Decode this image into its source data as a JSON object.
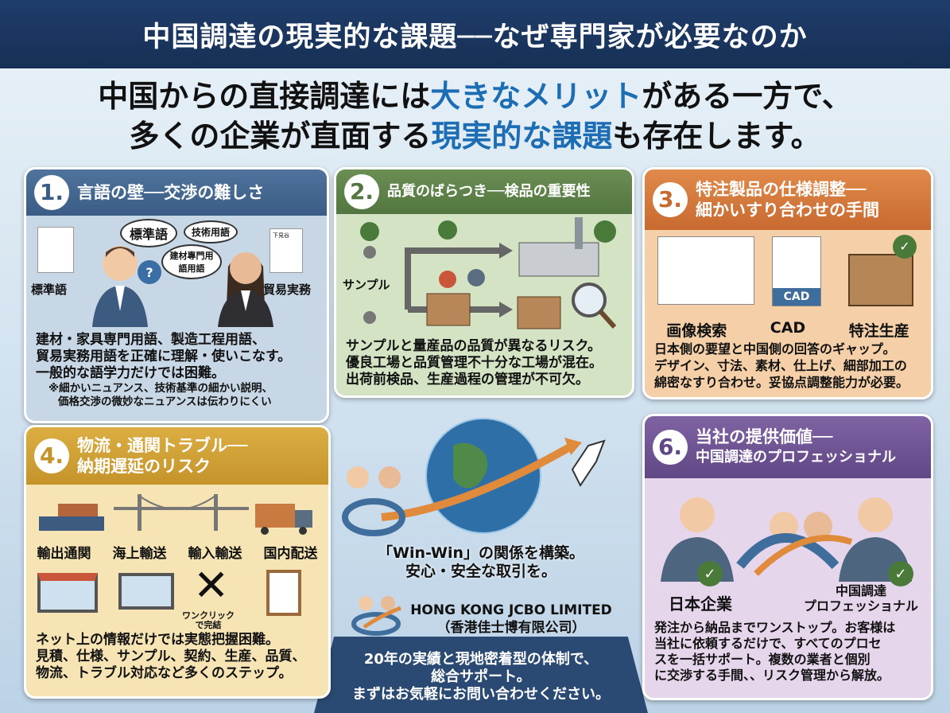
{
  "header": {
    "title": "中国調達の現実的な課題──なぜ専門家が必要なのか"
  },
  "headline": {
    "line1_a": "中国からの直接調達には",
    "line1_hl": "大きなメリット",
    "line1_b": "がある一方で、",
    "line2_a": "多くの企業が直面する",
    "line2_hl": "現実的な課題",
    "line2_b": "も存在します。"
  },
  "panels": {
    "p1": {
      "num": "1.",
      "title": "言語の壁──交渉の難しさ",
      "bubbles": [
        "標準語",
        "技術用語",
        "建材專門用語用語"
      ],
      "left_label": "標準語",
      "right_label": "貿易実務",
      "doc_label": "下見谷",
      "body": [
        "建材・家具専門用語、製造工程用語、",
        "貿易実務用語を正確に理解・使いこなす。",
        "一般的な語学力だけでは困難。"
      ],
      "note": [
        "※細かいニュアンス、技術基準の細かい説明、",
        "価格交渉の微妙なニュアンスは伝わりにくい"
      ]
    },
    "p2": {
      "num": "2.",
      "title": "品質のばらつき──検品の重要性",
      "sample_label": "サンプル",
      "body": [
        "サンプルと量産品の品質が異なるリスク。",
        "優良工場と品質管理不十分な工場が混在。",
        "出荷前検品、生産過程の管理が不可欠。"
      ]
    },
    "p3": {
      "num": "3.",
      "title_lines": [
        "特注製品の仕様調整──",
        "細かいすり合わせの手間"
      ],
      "cad_badge": "CAD",
      "labels": [
        "画像検索",
        "CAD",
        "特注生産"
      ],
      "body": [
        "日本側の要望と中国側の回答のギャップ。",
        "デザイン、寸法、素材、仕上げ、細部加工の",
        "綿密なすり合わせ。妥協点調整能力が必要。"
      ]
    },
    "p4": {
      "num": "4.",
      "title_lines": [
        "物流・通関トラブル──",
        "納期遅延のリスク"
      ],
      "labels": [
        "輸出通関",
        "海上輸送",
        "輸入輸送",
        "国内配送"
      ],
      "oneclick": [
        "ワンクリック",
        "で完結"
      ],
      "body": [
        "ネット上の情報だけでは実態把握困難。",
        "見積、仕様、サンプル、契約、生産、品質、",
        "物流、トラブル対応など多くのステップ。"
      ]
    },
    "p6": {
      "num": "6.",
      "title_lines": [
        "当社の提供価値──",
        "中国調達のプロフェッショナル"
      ],
      "left_label": "日本企業",
      "right_label": [
        "中国調達",
        "プロフェッショナル"
      ],
      "body": [
        "発注から納品までワンストップ。お客様は",
        "当社に依頼するだけで、すべてのプロセ",
        "スを一括サポート。複数の業者と個別",
        "に交渉する手間、、リスク管理から解放。"
      ]
    }
  },
  "center": {
    "winwin": [
      "「Win-Win」の関係を構築。",
      "安心・安全な取引を。"
    ],
    "company": "HONG KONG JCBO LIMITED",
    "company_cn": "（香港佳士博有限公司）",
    "closing": [
      "20年の実績と現地密着型の体制で、",
      "総合サポート。",
      "まずはお気軽にお問い合わせください。"
    ]
  },
  "colors": {
    "header": "#1f3d6b",
    "highlight": "#1c6db3",
    "p1": "#45678f",
    "p2": "#5a7d48",
    "p3": "#d47a3c",
    "p4": "#c99a2e",
    "p6": "#6f5594"
  }
}
